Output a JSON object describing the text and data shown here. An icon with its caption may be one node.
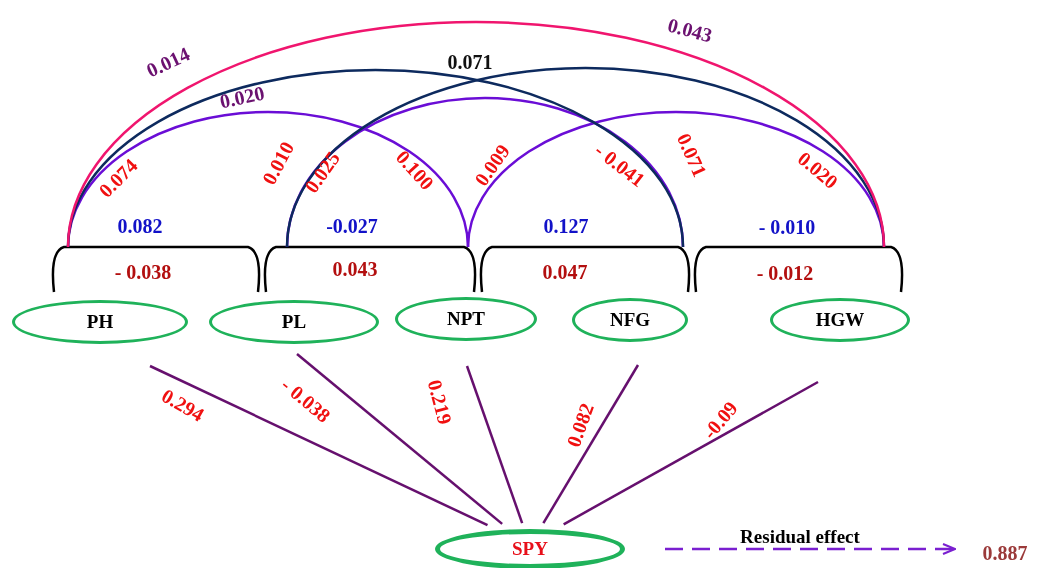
{
  "diagram": {
    "nodes": [
      {
        "text": [
          "PH"
        ]
      },
      {
        "text": [
          "PL"
        ]
      },
      {
        "text": [
          "NPT"
        ]
      },
      {
        "text": [
          "NFG"
        ]
      },
      {
        "text": [
          "HGW"
        ]
      },
      {
        "text": [
          "SPY"
        ]
      },
      {
        "text": [
          "0.887"
        ]
      }
    ],
    "edges": [
      {
        "from": 0,
        "to": 1,
        "arrow": "none",
        "label": "- 0.038",
        "color": "#000000"
      },
      {
        "from": 1,
        "to": 2,
        "arrow": "none",
        "label": "0.043",
        "color": "#000000"
      },
      {
        "from": 2,
        "to": 3,
        "arrow": "none",
        "label": "0.047",
        "color": "#000000"
      },
      {
        "from": 3,
        "to": 4,
        "arrow": "none",
        "label": "- 0.012",
        "color": "#000000"
      },
      {
        "from": 0,
        "to": 2,
        "arrow": "none",
        "color": "#6a0dd6"
      },
      {
        "from": 1,
        "to": 3,
        "arrow": "none",
        "color": "#6a0dd6"
      },
      {
        "from": 2,
        "to": 4,
        "arrow": "none",
        "color": "#6a0dd6"
      },
      {
        "from": 0,
        "to": 3,
        "arrow": "none",
        "color": "#0d2a5e"
      },
      {
        "from": 1,
        "to": 4,
        "arrow": "none",
        "color": "#0d2a5e"
      },
      {
        "from": 0,
        "to": 4,
        "arrow": "none",
        "color": "#f0156e"
      },
      {
        "from": 0,
        "to": 5,
        "arrow": "none",
        "label": "0.294",
        "color": "#66106e"
      },
      {
        "from": 1,
        "to": 5,
        "arrow": "none",
        "label": "- 0.038",
        "color": "#66106e"
      },
      {
        "from": 2,
        "to": 5,
        "arrow": "none",
        "label": "0.219",
        "color": "#66106e"
      },
      {
        "from": 3,
        "to": 5,
        "arrow": "none",
        "label": "0.082",
        "color": "#66106e"
      },
      {
        "from": 4,
        "to": 5,
        "arrow": "none",
        "label": "-0.09",
        "color": "#66106e"
      },
      {
        "from": 5,
        "to": 6,
        "arrow": "to",
        "label": "Residual effect",
        "style": "dashed",
        "color": "#7a1fd0"
      }
    ],
    "labels": [
      "0.014",
      "0.043",
      "0.071",
      "0.020",
      "0.074",
      "0.010",
      "0.025",
      "0.100",
      "0.009",
      "- 0.041",
      "0.071",
      "0.020",
      "0.082",
      "-0.027",
      "0.127",
      "- 0.010"
    ]
  }
}
